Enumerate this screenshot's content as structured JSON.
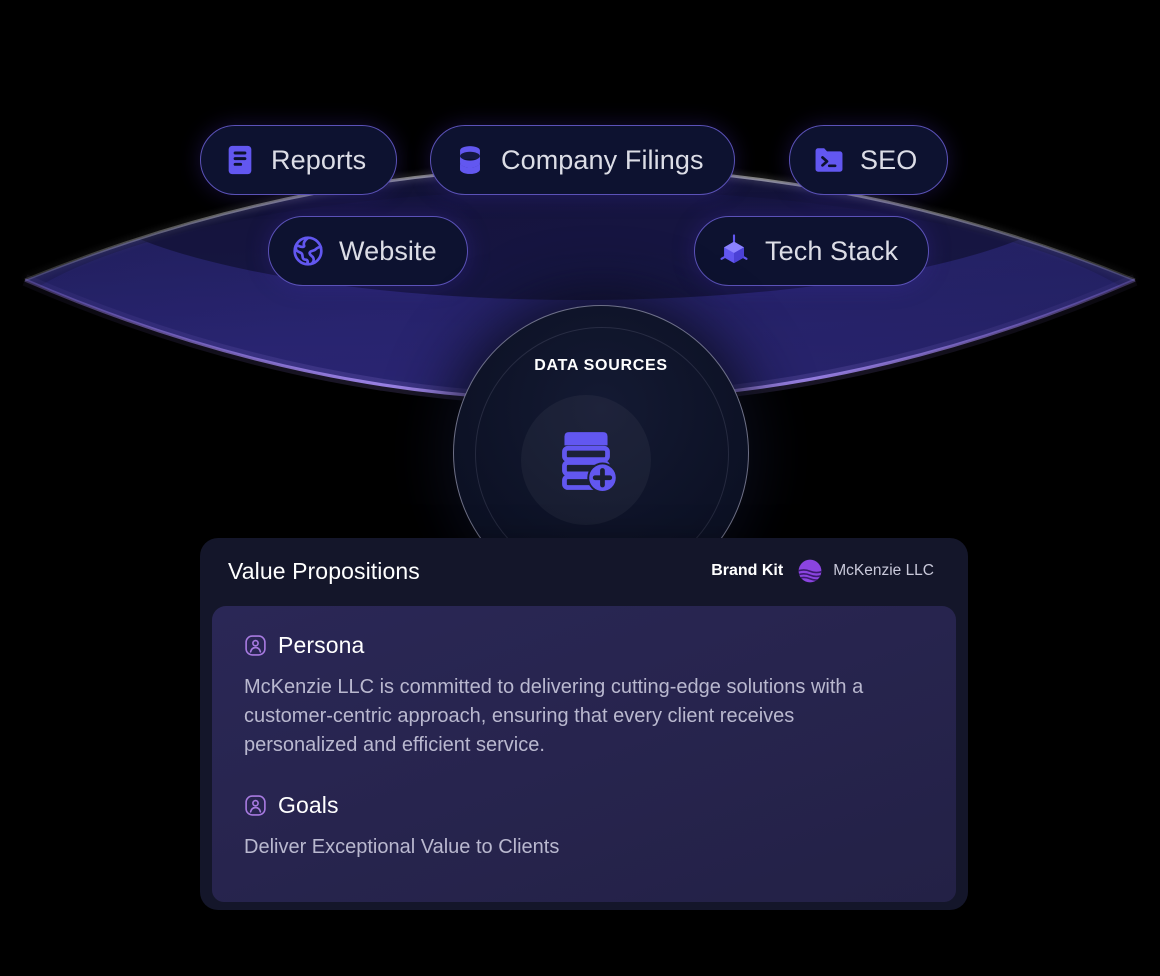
{
  "lens": {
    "accent_edge_color": "#8b72d6",
    "fill_top": "#1a1b4b",
    "fill_bottom": "#2a2470"
  },
  "chips": [
    {
      "id": "reports",
      "label": "Reports",
      "icon": "report-document-icon"
    },
    {
      "id": "filings",
      "label": "Company Filings",
      "icon": "database-stack-icon"
    },
    {
      "id": "seo",
      "label": "SEO",
      "icon": "terminal-folder-icon"
    },
    {
      "id": "website",
      "label": "Website",
      "icon": "globe-icon"
    },
    {
      "id": "techstack",
      "label": "Tech Stack",
      "icon": "cube-node-icon"
    }
  ],
  "hub": {
    "title": "DATA SOURCES",
    "icon": "database-add-icon"
  },
  "card": {
    "title": "Value Propositions",
    "brand_kit_label": "Brand Kit",
    "brand_name": "McKenzie LLC",
    "brand_logo_icon": "mckenzie-sphere-logo",
    "sections": [
      {
        "id": "persona",
        "icon": "person-square-icon",
        "title": "Persona",
        "body": "McKenzie LLC is committed to delivering cutting-edge solutions with a customer-centric approach, ensuring that every client receives personalized and efficient service."
      },
      {
        "id": "goals",
        "icon": "person-square-icon",
        "title": "Goals",
        "body": "Deliver Exceptional Value to Clients"
      }
    ]
  },
  "colors": {
    "accent": "#5b4ef0",
    "chip_border": "#5b52b8",
    "chip_fill": "#0d1230",
    "card_bg": "#14162a",
    "panel_bg": "#282550",
    "icon_purple": "#6c5ce7",
    "section_icon": "#a77ae0",
    "brand_purple": "#8b44e0"
  }
}
